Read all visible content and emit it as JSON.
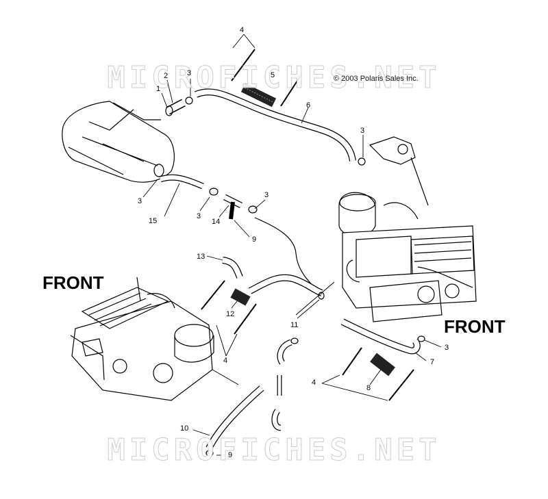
{
  "watermark": {
    "text": "MICROFICHES.NET"
  },
  "copyright": "© 2003 Polaris Sales Inc.",
  "front_labels": {
    "left": "FRONT",
    "right": "FRONT"
  },
  "callouts": {
    "c1": "1",
    "c2": "2",
    "c3a": "3",
    "c3b": "3",
    "c3c": "3",
    "c3d": "3",
    "c3e": "3",
    "c3f": "3",
    "c4a": "4",
    "c4b": "4",
    "c4c": "4",
    "c5": "5",
    "c6": "6",
    "c7": "7",
    "c8": "8",
    "c9a": "9",
    "c9b": "9",
    "c10": "10",
    "c11": "11",
    "c12": "12",
    "c13": "13",
    "c14": "14",
    "c15": "15"
  }
}
